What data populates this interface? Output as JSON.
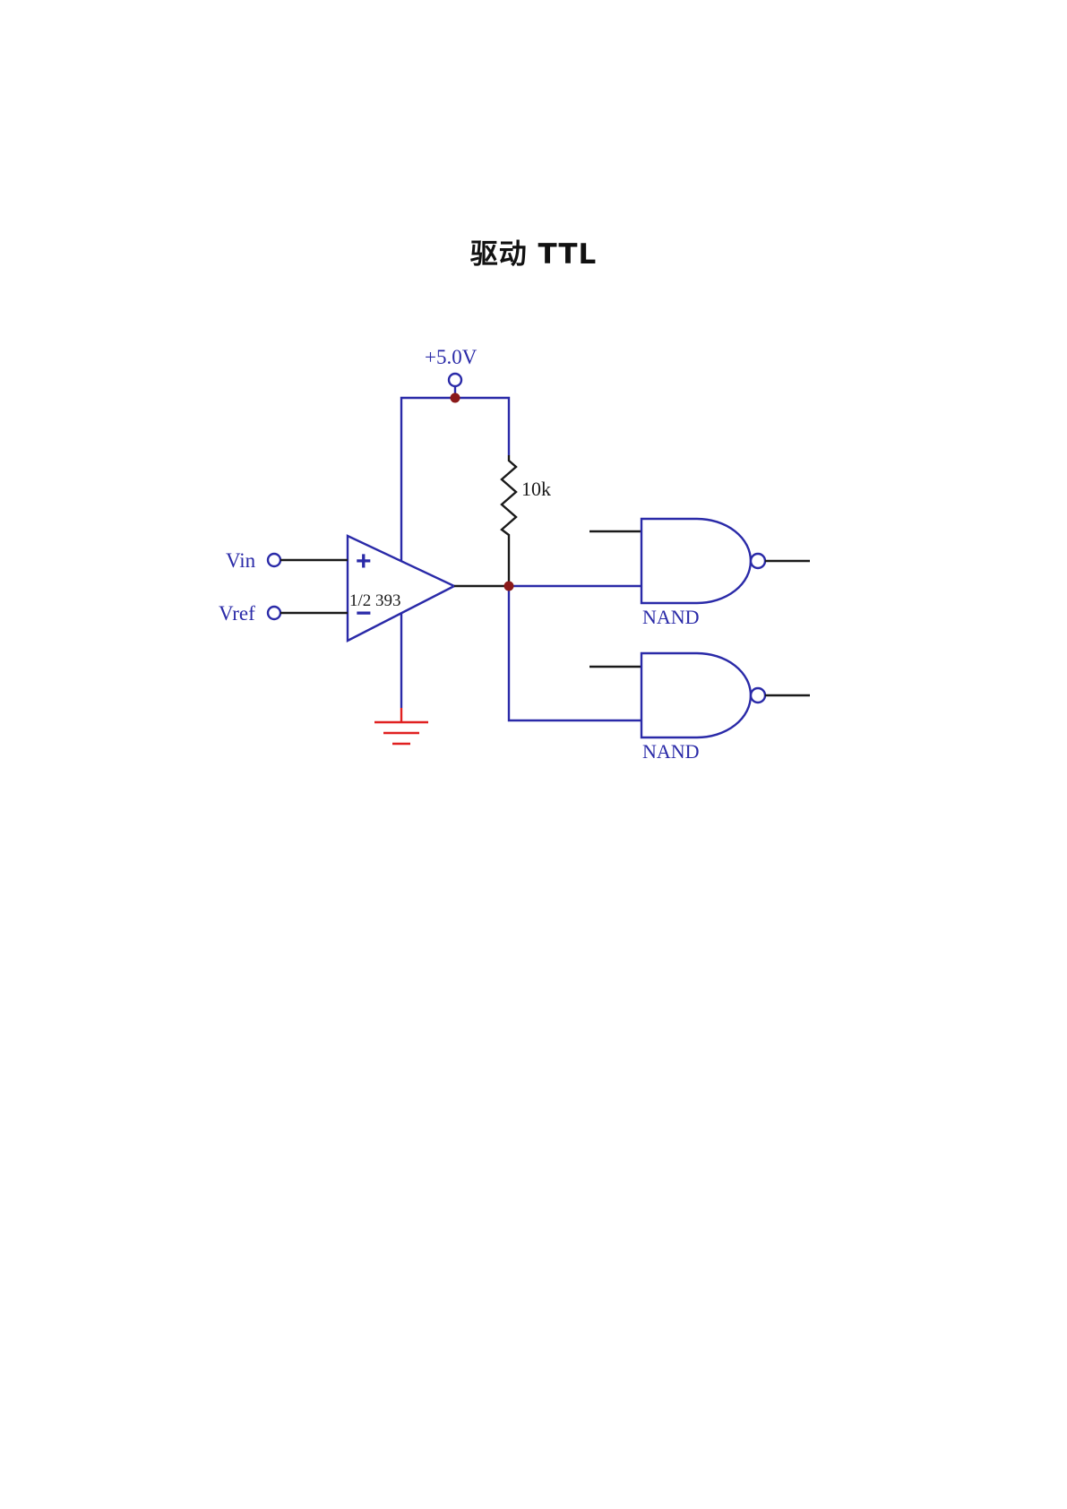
{
  "title": "驱动 TTL",
  "labels": {
    "supply": "+5.0V",
    "resistor": "10k",
    "input_plus": "Vin",
    "input_minus": "Vref",
    "comparator": "1/2 393",
    "plus_sign": "+",
    "minus_sign": "−",
    "gate_top": "NAND",
    "gate_bottom": "NAND"
  },
  "colors": {
    "wire": "#2a2aa8",
    "lead": "#1a1a1a",
    "ground": "#e02020",
    "node": "#8b1a1a"
  },
  "icons": {
    "ground": "ground-symbol",
    "resistor": "resistor-zigzag",
    "comparator": "op-amp-triangle",
    "gate": "nand-gate"
  }
}
